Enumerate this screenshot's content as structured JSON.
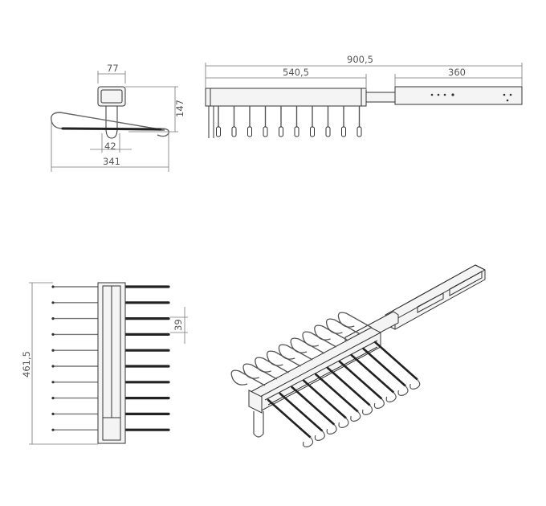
{
  "dimensions": {
    "side_top_width": "77",
    "side_height": "147",
    "side_inner_width": "42",
    "side_total_width": "341",
    "front_total_length": "900,5",
    "front_body_length": "540,5",
    "front_extension_length": "360",
    "top_total_depth": "461,5",
    "top_hanger_spacing": "39"
  },
  "colors": {
    "line": "#333333",
    "dimension": "#777777",
    "dark_rod": "#222222",
    "body_fill": "#f4f4f4"
  }
}
